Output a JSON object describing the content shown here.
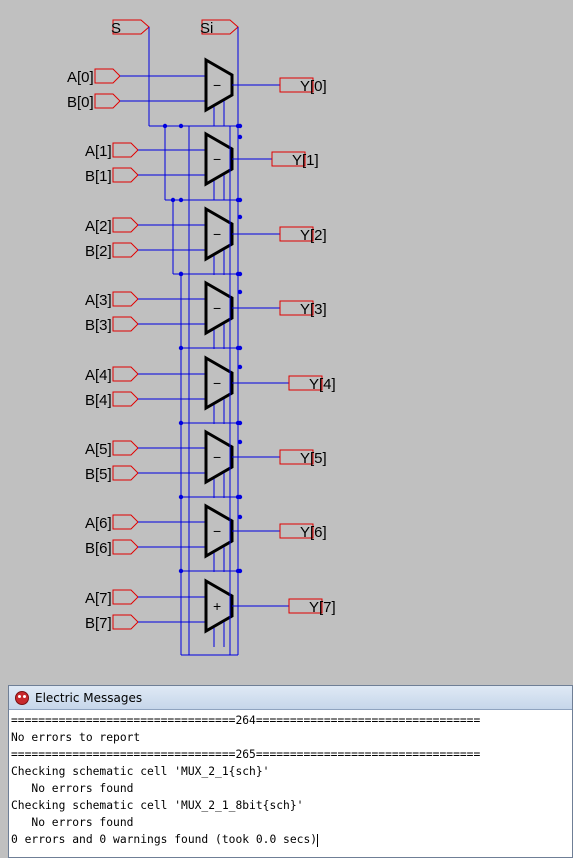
{
  "schematic": {
    "selects": [
      "S",
      "Si"
    ],
    "rows": [
      {
        "a": "A[0]",
        "b": "B[0]",
        "y": "Y[0]",
        "sign": "−"
      },
      {
        "a": "A[1]",
        "b": "B[1]",
        "y": "Y[1]",
        "sign": "−"
      },
      {
        "a": "A[2]",
        "b": "B[2]",
        "y": "Y[2]",
        "sign": "−"
      },
      {
        "a": "A[3]",
        "b": "B[3]",
        "y": "Y[3]",
        "sign": "−"
      },
      {
        "a": "A[4]",
        "b": "B[4]",
        "y": "Y[4]",
        "sign": "−"
      },
      {
        "a": "A[5]",
        "b": "B[5]",
        "y": "Y[5]",
        "sign": "−"
      },
      {
        "a": "A[6]",
        "b": "B[6]",
        "y": "Y[6]",
        "sign": "−"
      },
      {
        "a": "A[7]",
        "b": "B[7]",
        "y": "Y[7]",
        "sign": "+"
      }
    ]
  },
  "messages": {
    "title": "Electric Messages",
    "icon": "electric-app-icon",
    "lines": [
      "=================================264=================================",
      "No errors to report",
      "=================================265=================================",
      "Checking schematic cell 'MUX_2_1{sch}'",
      "   No errors found",
      "Checking schematic cell 'MUX_2_1_8bit{sch}'",
      "   No errors found",
      "0 errors and 0 warnings found (took 0.0 secs)"
    ]
  },
  "colors": {
    "wire": "#0000e0",
    "port": "#e00000",
    "background": "#c0c0c0"
  }
}
